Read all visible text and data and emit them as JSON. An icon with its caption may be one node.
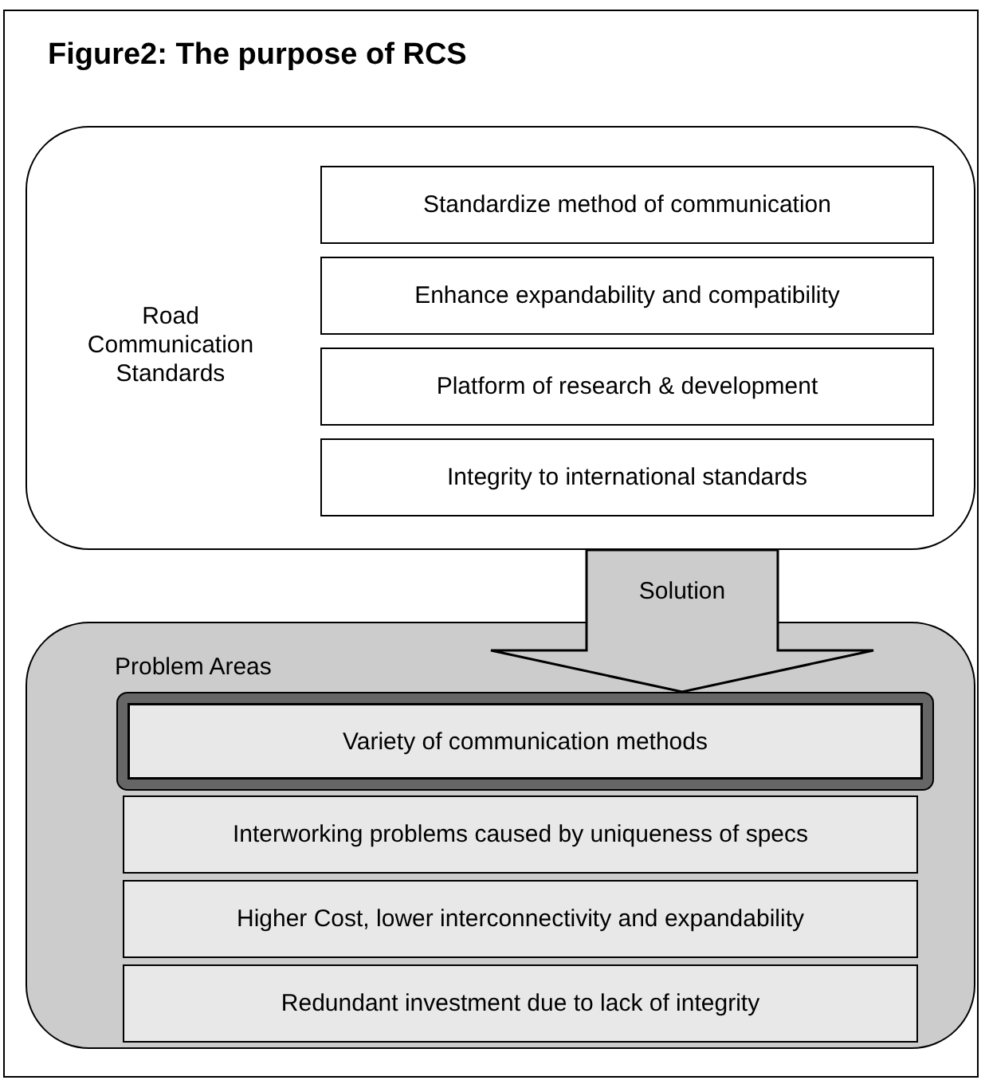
{
  "diagram": {
    "title": "Figure2: The purpose of RCS",
    "nodes": [
      {
        "text": [
          "Road Communication Standards"
        ]
      },
      {
        "text": [
          "Standardize method of communication"
        ],
        "in": 0
      },
      {
        "text": [
          "Enhance expandability and compatibility"
        ],
        "in": 0
      },
      {
        "text": [
          "Platform of research & development"
        ],
        "in": 0
      },
      {
        "text": [
          "Integrity to international standards"
        ],
        "in": 0
      },
      {
        "text": [
          "Problem Areas"
        ]
      },
      {
        "text": [
          "Variety of communication methods"
        ],
        "in": 5
      },
      {
        "text": [
          "Interworking problems caused by uniqueness of specs"
        ],
        "in": 5
      },
      {
        "text": [
          "Higher Cost, lower interconnectivity and expandability"
        ],
        "in": 5
      },
      {
        "text": [
          "Redundant investment due to lack of integrity"
        ],
        "in": 5
      }
    ],
    "edges": [
      {
        "from": 0,
        "to": 6,
        "arrow": "to",
        "label": "Solution",
        "style": "thick"
      }
    ]
  }
}
